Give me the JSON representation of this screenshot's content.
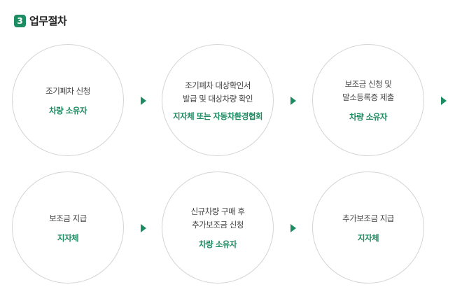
{
  "section": {
    "number": "3",
    "title": "업무절차"
  },
  "colors": {
    "accent": "#1e8c62",
    "circle_border": "#d4d4d4",
    "text": "#444444"
  },
  "steps": [
    {
      "desc_lines": [
        "조기폐차 신청"
      ],
      "actor": "차량 소유자"
    },
    {
      "desc_lines": [
        "조기폐차 대상확인서",
        "발급 및 대상차량 확인"
      ],
      "actor": "지자체 또는 자동차환경협회"
    },
    {
      "desc_lines": [
        "보조금 신청 및",
        "말소등록증 제출"
      ],
      "actor": "차량 소유자"
    },
    {
      "desc_lines": [
        "보조금 지급"
      ],
      "actor": "지자체"
    },
    {
      "desc_lines": [
        "신규차량 구매 후",
        "추가보조금 신청"
      ],
      "actor": "차량 소유자"
    },
    {
      "desc_lines": [
        "추가보조금 지급"
      ],
      "actor": "지자체"
    }
  ],
  "arrow_icon": "triangle-right-icon"
}
